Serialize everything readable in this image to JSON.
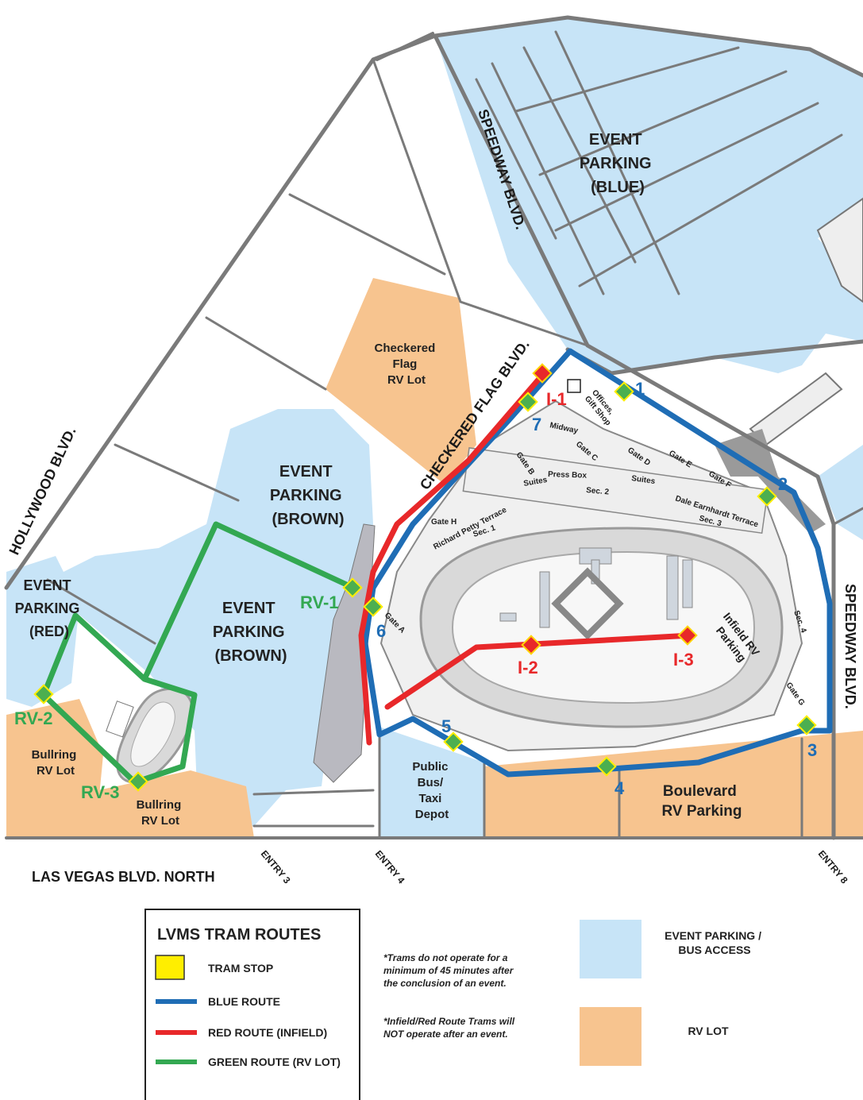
{
  "roads": {
    "hollywood": "HOLLYWOOD BLVD.",
    "speedway_north": "SPEEDWAY BLVD.",
    "speedway_east": "SPEEDWAY BLVD.",
    "checkered": "CHECKERED FLAG BLVD.",
    "las_vegas": "LAS VEGAS BLVD. NORTH",
    "entry3": "ENTRY 3",
    "entry4": "ENTRY 4",
    "entry8": "ENTRY 8"
  },
  "lots": {
    "event_blue": [
      "EVENT",
      "PARKING",
      "(BLUE)"
    ],
    "event_brown_upper": [
      "EVENT",
      "PARKING",
      "(BROWN)"
    ],
    "event_brown_lower": [
      "EVENT",
      "PARKING",
      "(BROWN)"
    ],
    "event_red": [
      "EVENT",
      "PARKING",
      "(RED)"
    ],
    "checkered_rv": [
      "Checkered",
      "Flag",
      "RV Lot"
    ],
    "bullring_rv_left": [
      "Bullring",
      "RV Lot"
    ],
    "bullring_rv_right": [
      "Bullring",
      "RV Lot"
    ],
    "boulevard_rv": [
      "Boulevard",
      "RV Parking"
    ],
    "bus_depot": [
      "Public",
      "Bus/",
      "Taxi",
      "Depot"
    ],
    "infield_rv": [
      "Infield RV",
      "Parking"
    ]
  },
  "facility": {
    "offices": [
      "Offices,",
      "Gift Shop"
    ],
    "midway": "Midway",
    "gate_a": "Gate A",
    "gate_b": "Gate B",
    "gate_c": "Gate C",
    "gate_d": "Gate D",
    "gate_e": "Gate E",
    "gate_f": "Gate F",
    "gate_g": "Gate G",
    "gate_h": "Gate H",
    "sec1": "Sec. 1",
    "sec2": "Sec. 2",
    "sec3": "Sec. 3",
    "sec4": "Sec. 4",
    "petty_terrace": "Richard Petty Terrace",
    "earnhardt_terrace": "Dale Earnhardt Terrace",
    "suites": "Suites",
    "press": "Press Box"
  },
  "stops": {
    "blue": [
      "1",
      "2",
      "3",
      "4",
      "5",
      "6",
      "7"
    ],
    "red": [
      "I-1",
      "I-2",
      "I-3"
    ],
    "green": [
      "RV-1",
      "RV-2",
      "RV-3"
    ]
  },
  "legend": {
    "title": "LVMS TRAM ROUTES",
    "tram_stop": "TRAM STOP",
    "blue_route": "BLUE ROUTE",
    "red_route": "RED ROUTE (INFIELD)",
    "green_route": "GREEN ROUTE (RV LOT)",
    "note1": [
      "*Trams do not operate for a",
      "minimum of 45 minutes after",
      "the conclusion of an event."
    ],
    "note2": [
      "*Infield/Red Route Trams will",
      "NOT operate after an event."
    ],
    "event_parking": [
      "EVENT PARKING /",
      "BUS ACCESS"
    ],
    "rv_lot": "RV LOT"
  },
  "colors": {
    "blue_route": "#1f6db5",
    "red_route": "#e8282a",
    "green_route": "#33a852",
    "event_parking": "#c7e4f7",
    "rv_lot": "#f7c48f",
    "road": "#7a7a7a",
    "stop_fill": "#4caf50",
    "stop_red_fill": "#e8282a",
    "tram_stop_legend": "#ffee00"
  }
}
